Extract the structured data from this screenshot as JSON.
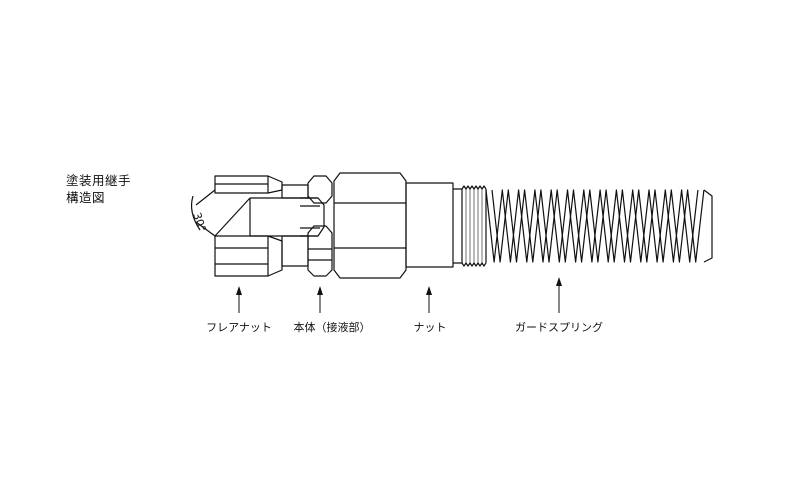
{
  "title": {
    "line1": "塗装用継手",
    "line2": "構造図"
  },
  "angle_label": "30°",
  "labels": {
    "flare_nut": "フレアナット",
    "body": "本体（接液部）",
    "nut": "ナット",
    "guard_spring": "ガードスプリング"
  }
}
